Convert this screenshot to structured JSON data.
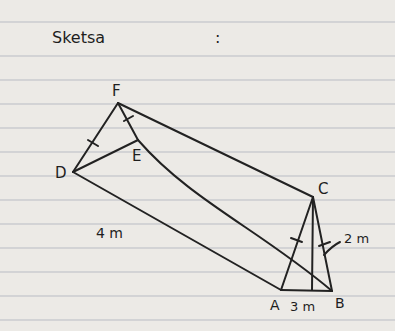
{
  "diagram": {
    "title": "Sketsa",
    "labels": [
      ":",
      "F",
      "D",
      "E",
      "C",
      "A",
      "B",
      "4 m",
      "3 m",
      "2 m"
    ]
  }
}
